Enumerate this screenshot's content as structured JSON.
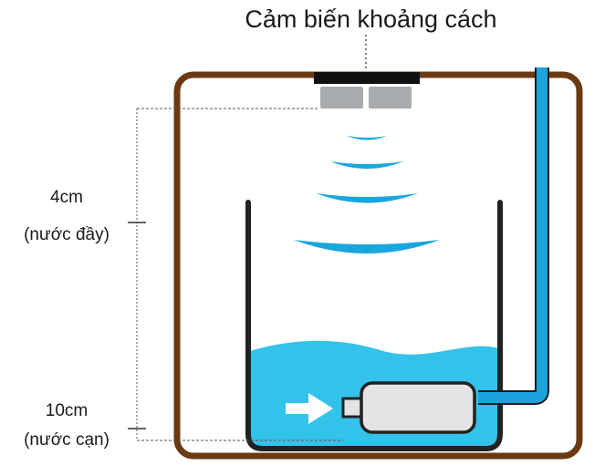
{
  "sensor_label": "Cảm biến khoảng cách",
  "full_level": {
    "distance": "4cm",
    "note": "(nước đầy)"
  },
  "empty_level": {
    "distance": "10cm",
    "note": "(nước cạn)"
  },
  "colors": {
    "tank_outline": "#6b3a12",
    "water": "#33c3ea",
    "sensor_pulse": "#19a6dd",
    "pipe": "#1aa3dc",
    "sensor_bar": "#111111",
    "sensor_transducer": "#a9acae",
    "pump_body": "#e4e4e4",
    "guide_line": "#555555"
  }
}
